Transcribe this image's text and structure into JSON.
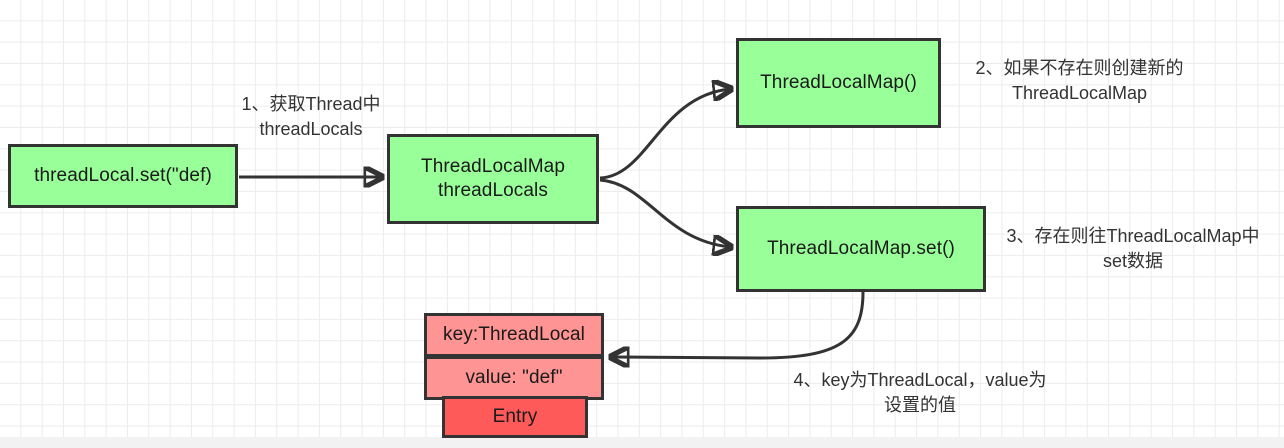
{
  "diagram": {
    "title": "ThreadLocal set flow",
    "colors": {
      "node_green": "#99ff99",
      "node_pink": "#ff9494",
      "node_red": "#ff5a5a",
      "border": "#333333",
      "text": "#1a1a1a",
      "annotation_text": "#333333",
      "grid_line": "#ececec",
      "background": "#ffffff"
    },
    "nodes": {
      "thread_local_set": "threadLocal.set(\"def)",
      "thread_locals_map": "ThreadLocalMap\nthreadLocals",
      "thread_local_map_ctor": "ThreadLocalMap()",
      "thread_local_map_set": "ThreadLocalMap.set()",
      "entry_key": "key:ThreadLocal",
      "entry_value": "value: \"def\"",
      "entry_name": "Entry"
    },
    "annotations": {
      "step1": "1、获取Thread中\nthreadLocals",
      "step2": "2、如果不存在则创建新的\nThreadLocalMap",
      "step3": "3、存在则往ThreadLocalMap中\nset数据",
      "step4": "4、key为ThreadLocal，value为\n设置的值"
    }
  }
}
